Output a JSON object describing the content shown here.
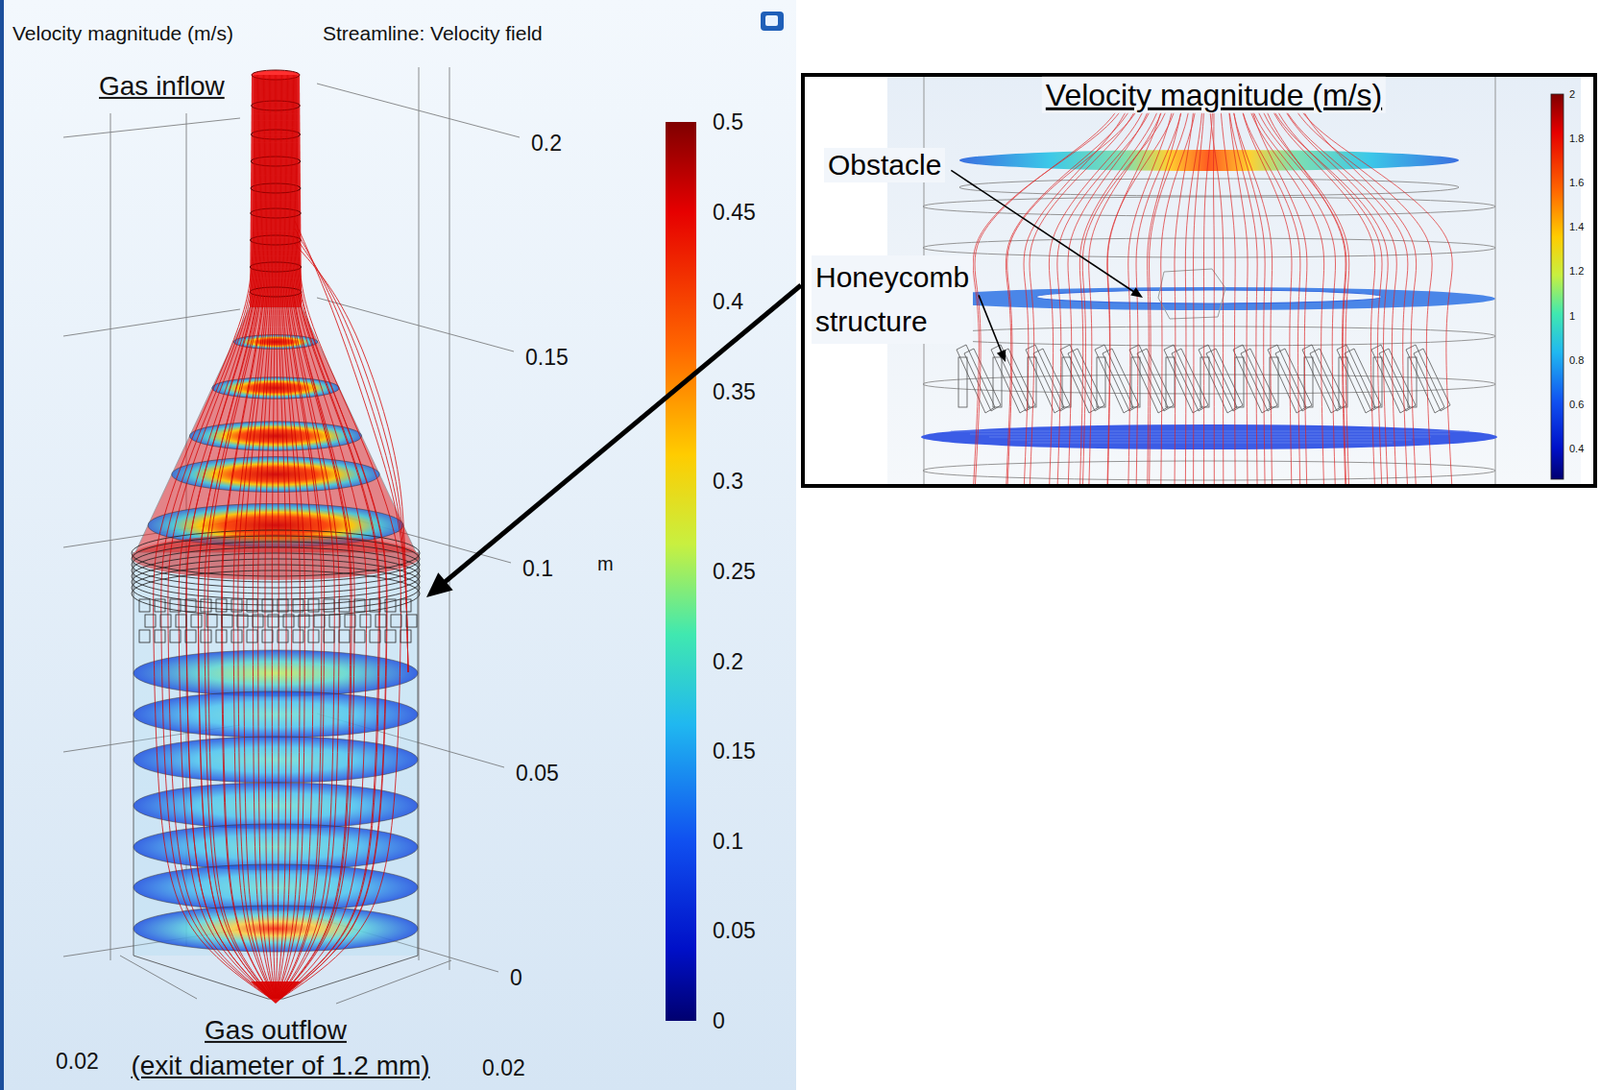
{
  "diagram": {
    "nodes": [
      {
        "text": [
          "Velocity magnitude (m/s)",
          "Obstacle",
          "Honeycomb structure"
        ]
      }
    ],
    "labels": [
      "Velocity magnitude (m/s)",
      "Streamline: Velocity field",
      "Gas inflow",
      "0.2",
      "0.15",
      "0.1",
      "m",
      "0.05",
      "0",
      "Gas outflow",
      "(exit diameter of 1.2 mm)",
      "0.02",
      "0.02",
      "0.5",
      "0.45",
      "0.4",
      "0.35",
      "0.3",
      "0.25",
      "0.2",
      "0.15",
      "0.1",
      "0.05",
      "0",
      "2",
      "1.8",
      "1.6",
      "1.4",
      "1.2",
      "1",
      "0.8",
      "0.6",
      "0.4"
    ]
  }
}
